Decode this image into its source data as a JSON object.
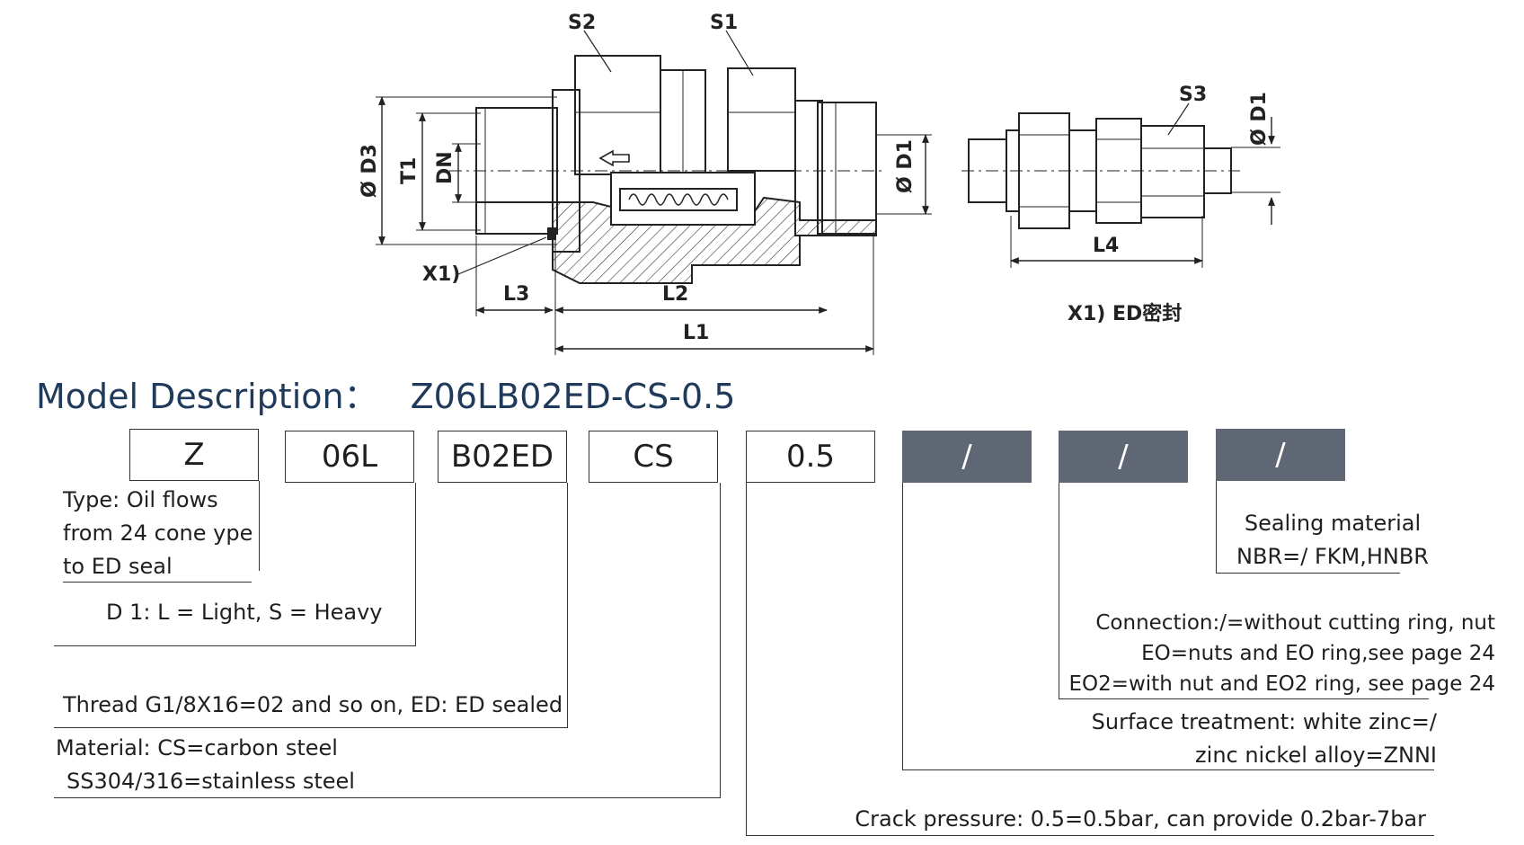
{
  "drawing": {
    "labels": {
      "s2": "S2",
      "s1": "S1",
      "s3": "S3",
      "d3": "Ø D3",
      "t1": "T1",
      "dn": "DN",
      "d1": "Ø D1",
      "d1_right": "Ø D1",
      "x1": "X1)",
      "l3": "L3",
      "l2": "L2",
      "l1": "L1",
      "l4": "L4",
      "note": "X1) ED密封"
    }
  },
  "title": {
    "prefix": "Model Description：",
    "model": "Z06LB02ED-CS-0.5"
  },
  "boxes": [
    "Z",
    "06L",
    "B02ED",
    "CS",
    "0.5",
    "/",
    "/",
    "/"
  ],
  "descriptions": {
    "type": [
      "Type: Oil flows",
      "from 24 cone ype",
      "to ED seal"
    ],
    "d1": "D 1: L = Light, S = Heavy",
    "thread": "Thread G1/8X16=02 and so on, ED: ED sealed",
    "material": [
      "Material: CS=carbon steel",
      "SS304/316=stainless steel"
    ],
    "crack": "Crack pressure: 0.5=0.5bar, can provide 0.2bar-7bar",
    "surface": [
      "Surface treatment: white zinc=/",
      "zinc nickel alloy=ZNNI"
    ],
    "connection": [
      "Connection:/=without cutting ring, nut",
      "EO=nuts and EO ring,see page 24",
      "EO2=with nut and EO2 ring, see page 24"
    ],
    "sealing": [
      "Sealing material",
      "NBR=/    FKM,HNBR"
    ]
  },
  "colors": {
    "title": "#1f3a5a",
    "dark_box": "#5f6674"
  }
}
